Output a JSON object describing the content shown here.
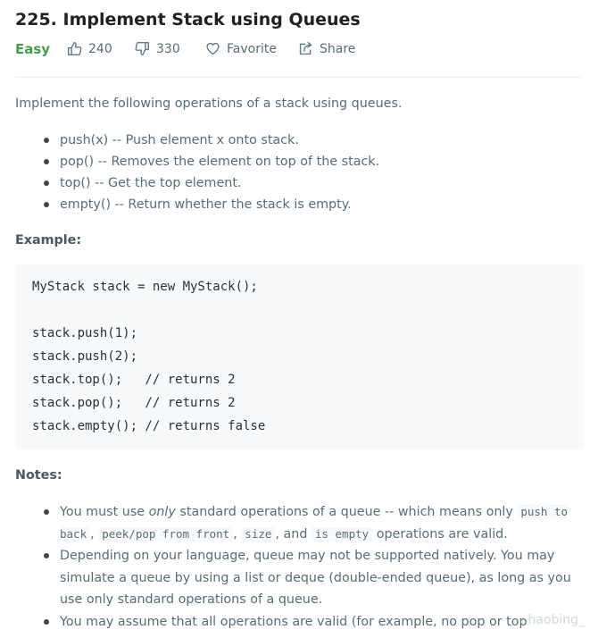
{
  "problem": {
    "title": "225. Implement Stack using Queues",
    "difficulty": "Easy",
    "likes": "240",
    "dislikes": "330",
    "favorite_label": "Favorite",
    "share_label": "Share"
  },
  "description": {
    "intro": "Implement the following operations of a stack using queues.",
    "operations": [
      "push(x) -- Push element x onto stack.",
      "pop() -- Removes the element on top of the stack.",
      "top() -- Get the top element.",
      "empty() -- Return whether the stack is empty."
    ]
  },
  "example": {
    "label": "Example:",
    "code_lines": [
      "MyStack stack = new MyStack();",
      "",
      "stack.push(1);",
      "stack.push(2);",
      "stack.top();   // returns 2",
      "stack.pop();   // returns 2",
      "stack.empty(); // returns false"
    ]
  },
  "notes": {
    "label": "Notes:",
    "items": [
      {
        "t1": "You must use ",
        "em": "only",
        "t2": " standard operations of a queue -- which means only ",
        "c1": "push to back",
        "s1": ", ",
        "c2": "peek/pop from front",
        "s2": ", ",
        "c3": "size",
        "s3": ", and ",
        "c4": "is empty",
        "t3": " operations are valid."
      },
      {
        "text": "Depending on your language, queue may not be supported natively. You may simulate a queue by using a list or deque (double-ended queue), as long as you use only standard operations of a queue."
      },
      {
        "text": "You may assume that all operations are valid (for example, no pop or top"
      }
    ]
  },
  "watermark": "haobing_"
}
